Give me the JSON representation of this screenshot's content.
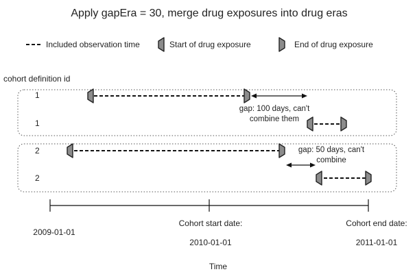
{
  "title": "Apply gapEra = 30, merge drug exposures into drug eras",
  "legend": {
    "included_observation": "Included observation time",
    "start_exposure": "Start of drug exposure",
    "end_exposure": "End of drug exposure"
  },
  "y_axis_label": "cohort definition id",
  "groups": [
    {
      "id": "1",
      "rows": [
        {
          "label": "1"
        },
        {
          "label": "1"
        }
      ],
      "gap_note": {
        "line1": "gap: 100 days, can't",
        "line2": "combine them"
      }
    },
    {
      "id": "2",
      "rows": [
        {
          "label": "2"
        },
        {
          "label": "2"
        }
      ],
      "gap_note": {
        "line1": "gap: 50 days, can't",
        "line2": "combine"
      }
    }
  ],
  "timeline": {
    "ticks": [
      {
        "date": "2009-01-01",
        "caption": ""
      },
      {
        "date": "2010-01-01",
        "caption": "Cohort start date:"
      },
      {
        "date": "2011-01-01",
        "caption": "Cohort end date:"
      }
    ],
    "axis_label": "Time"
  },
  "colors": {
    "marker_fill": "#8c8c8c",
    "marker_stroke": "#222222",
    "line": "#111111",
    "group_border": "#555555"
  }
}
